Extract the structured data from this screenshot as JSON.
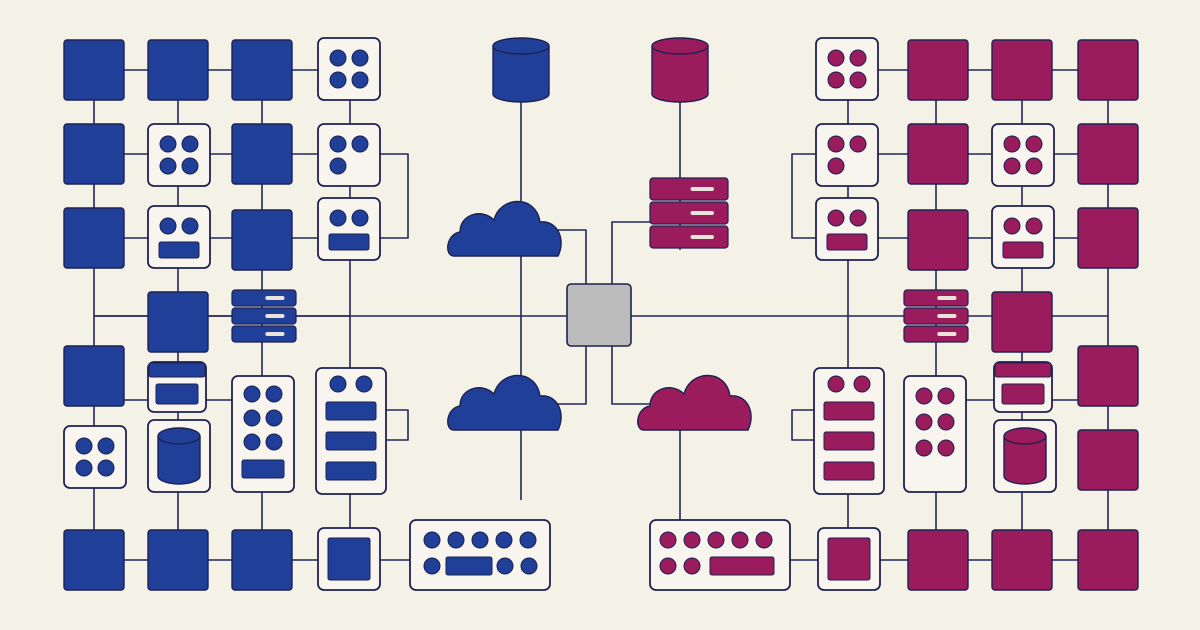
{
  "palette": {
    "background": "#f4f1e6",
    "blue": "#1f3f99",
    "magenta": "#9b1c5c",
    "outline": "#1e2152",
    "line": "#22265a",
    "panel_fill": "#f7f5ee",
    "hub_fill": "#bcbcbc"
  },
  "diagram": {
    "hub": {
      "name": "central-hub",
      "color": "hub"
    },
    "left_side": {
      "color": "blue",
      "node_icons": [
        "square-node",
        "server-stack-icon",
        "database-icon",
        "cloud-icon",
        "device-panel"
      ]
    },
    "right_side": {
      "color": "magenta",
      "node_icons": [
        "square-node",
        "server-stack-icon",
        "database-icon",
        "cloud-icon",
        "device-panel"
      ]
    }
  }
}
